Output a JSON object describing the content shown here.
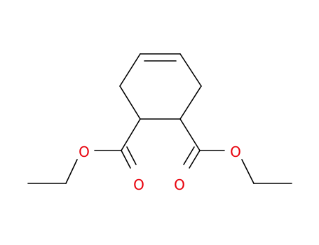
{
  "molecule": {
    "atom_labels": {
      "o_left_ether": "O",
      "o_left_carbonyl": "O",
      "o_right_ether": "O",
      "o_right_carbonyl": "O"
    },
    "colors": {
      "bond": "#000000",
      "oxygen": "#e8000b",
      "background": "#ffffff"
    }
  }
}
